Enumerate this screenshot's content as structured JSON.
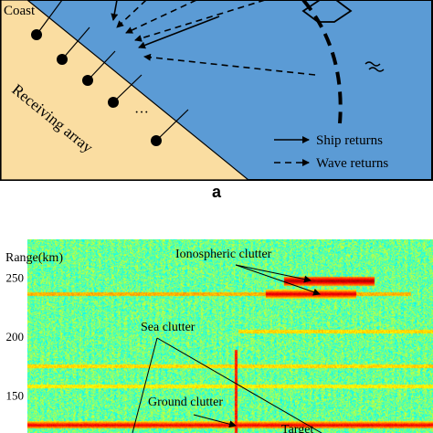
{
  "panel_a": {
    "label": "a",
    "coast_label": "Coast",
    "array_label": "Receiving array",
    "dots_label": "···",
    "legend": {
      "ship": "Ship returns",
      "wave": "Wave returns"
    },
    "colors": {
      "sea": "#5b9bd5",
      "land": "#fadda1",
      "ink": "#000000"
    },
    "icons": [
      "ship-icon",
      "wave-icon"
    ]
  },
  "panel_b": {
    "title": "Range(km)",
    "annotations": {
      "ionospheric": "Ionospheric clutter",
      "sea": "Sea clutter",
      "ground": "Ground clutter",
      "target": "Target"
    },
    "chart_data": {
      "type": "heatmap",
      "ylabel": "Range(km)",
      "xlabel": "",
      "yticks": [
        250,
        200,
        150
      ],
      "ylim": [
        118,
        282
      ],
      "colormap": "jet",
      "bands": [
        {
          "name": "Ionospheric clutter",
          "range_km": 247
        },
        {
          "name": "Ionospheric clutter",
          "range_km": 236
        },
        {
          "name": "Ground clutter",
          "range_km": 125
        },
        {
          "name": "Sea clutter",
          "range_km": 175
        },
        {
          "name": "Sea clutter",
          "range_km": 158
        }
      ]
    }
  }
}
